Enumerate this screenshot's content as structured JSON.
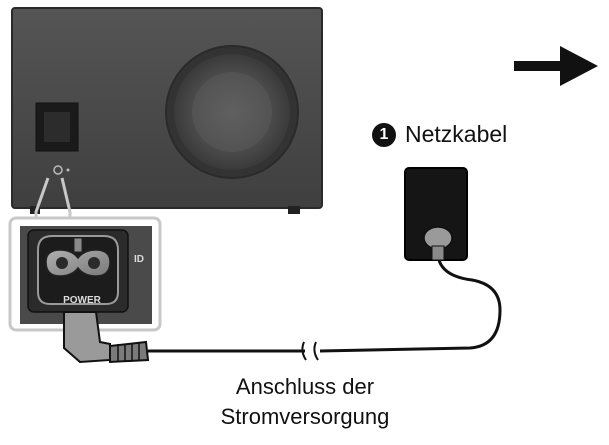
{
  "cable": {
    "number": "1",
    "label": "Netzkabel"
  },
  "connection": {
    "line1": "Anschluss der",
    "line2": "Stromversorgung"
  },
  "port": {
    "power_label": "POWER",
    "id_label": "ID"
  },
  "colors": {
    "speaker_body": "#4a4a4a",
    "dark": "#111111",
    "mid_gray": "#808080",
    "light_gray": "#c8c8c8"
  }
}
